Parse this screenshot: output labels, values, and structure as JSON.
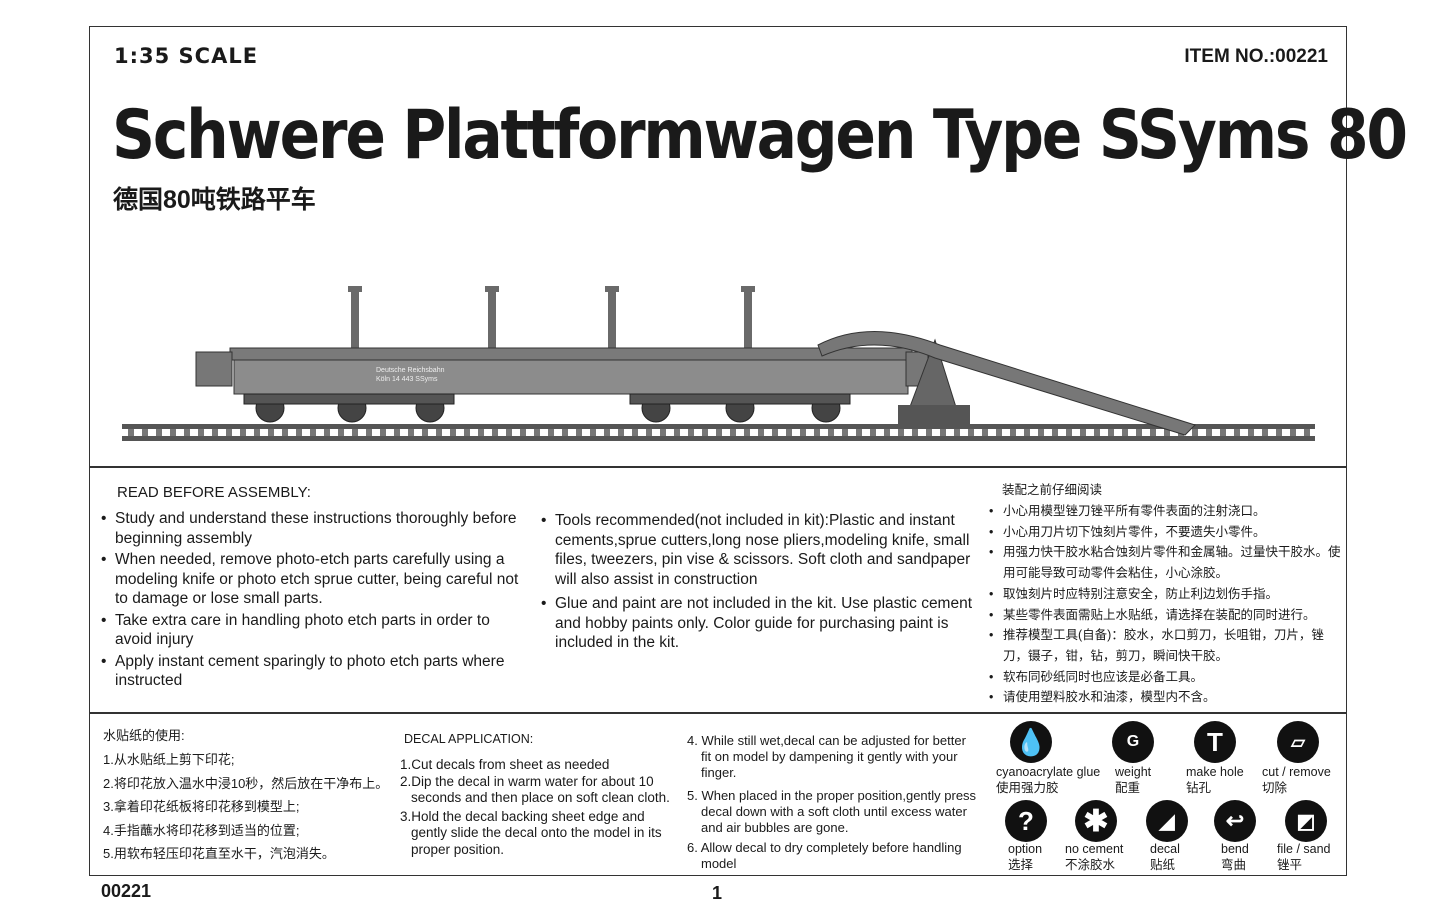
{
  "header": {
    "scale": "1:35 SCALE",
    "item_no": "ITEM NO.:00221",
    "title": "Schwere Plattformwagen Type SSyms 80",
    "subtitle_cn": "德国80吨铁路平车"
  },
  "read_before": {
    "heading": "READ BEFORE ASSEMBLY:",
    "left_items": [
      "Study and understand these instructions thoroughly before beginning assembly",
      "When needed, remove photo-etch parts carefully using a modeling knife or photo etch sprue cutter, being careful not to damage or lose small parts.",
      "Take extra care in handling photo etch parts in order to avoid injury",
      "Apply instant cement sparingly to photo etch parts where instructed"
    ],
    "middle_items": [
      "Tools recommended(not included in kit):Plastic and instant cements,sprue cutters,long nose pliers,modeling knife, small files, tweezers, pin vise & scissors. Soft cloth and sandpaper will also assist in construction",
      "Glue and paint are not included in the kit. Use plastic cement and hobby paints only. Color guide for purchasing paint is included in the kit."
    ],
    "cn_heading": "装配之前仔细阅读",
    "cn_items": [
      "小心用模型锉刀锉平所有零件表面的注射浇口。",
      "小心用刀片切下蚀刻片零件，不要遗失小零件。",
      "用强力快干胶水粘合蚀刻片零件和金属轴。过量快干胶水。使用可能导致可动零件会粘住，小心涂胶。",
      "取蚀刻片时应特别注意安全，防止利边划伤手指。",
      "某些零件表面需贴上水贴纸，请选择在装配的同时进行。",
      "推荐模型工具(自备)：胶水，水口剪刀，长咀钳，刀片，锉刀，镊子，钳，钻，剪刀，瞬间快干胶。",
      "软布同砂纸同时也应该是必备工具。",
      "请使用塑料胶水和油漆，模型内不含。"
    ]
  },
  "decal_cn": {
    "heading": "水贴纸的使用:",
    "steps": [
      "1.从水贴纸上剪下印花;",
      "2.将印花放入温水中浸10秒，然后放在干净布上。",
      "3.拿着印花纸板将印花移到模型上;",
      "4.手指蘸水将印花移到适当的位置;",
      "5.用软布轻压印花直至水干，汽泡消失。"
    ]
  },
  "decal_en": {
    "heading": "DECAL APPLICATION:",
    "steps": [
      "1.Cut decals from sheet as needed",
      "2.Dip the decal in warm water for about 10 seconds and then place on soft clean cloth.",
      "3.Hold the decal backing sheet edge and gently slide the decal onto the model in its proper position.",
      "4. While still wet,decal can be adjusted for better fit on model by dampening it gently with your finger.",
      "5. When placed in the proper position,gently press decal down with a soft cloth until excess water and air bubbles are gone.",
      "6. Allow decal to dry completely before handling model"
    ]
  },
  "legend": [
    {
      "icon": "glue-drop-icon",
      "en": "cyanoacrylate glue",
      "cn": "使用强力胶"
    },
    {
      "icon": "weight-icon",
      "en": "weight",
      "cn": "配重"
    },
    {
      "icon": "drill-icon",
      "en": "make hole",
      "cn": "钻孔"
    },
    {
      "icon": "cut-icon",
      "en": "cut / remove",
      "cn": "切除"
    },
    {
      "icon": "question-icon",
      "en": "option",
      "cn": "选择"
    },
    {
      "icon": "no-cement-icon",
      "en": "no cement",
      "cn": "不涂胶水"
    },
    {
      "icon": "decal-icon",
      "en": "decal",
      "cn": "贴纸"
    },
    {
      "icon": "bend-icon",
      "en": "bend",
      "cn": "弯曲"
    },
    {
      "icon": "file-icon",
      "en": "file / sand",
      "cn": "锉平"
    }
  ],
  "footer": {
    "code": "00221",
    "page": "1"
  },
  "model_markings": {
    "line1": "Deutsche Reichsbahn",
    "line2": "Köln 14 443 SSyms"
  }
}
